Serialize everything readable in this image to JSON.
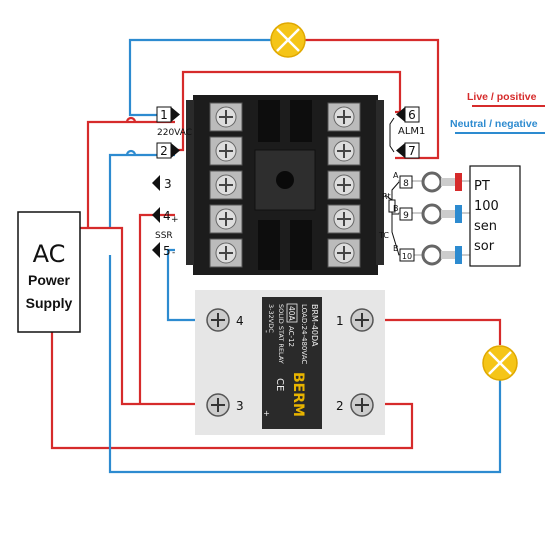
{
  "diagram": {
    "legend": {
      "live": "Live / positive",
      "neutral": "Neutral / negative",
      "live_color": "#d62b2b",
      "neutral_color": "#2d8bd0"
    },
    "ac_supply": {
      "title": "AC",
      "line1": "Power",
      "line2": "Supply"
    },
    "controller": {
      "voltage_label": "220VAC",
      "alarm_label": "ALM1",
      "ssr_label": "SSR",
      "terminals": [
        "1",
        "2",
        "3",
        "4",
        "5",
        "6",
        "7",
        "8",
        "9",
        "10"
      ],
      "plus": "+",
      "minus": "-",
      "rtd_a": "A",
      "rtd_b1": "B",
      "rtd_b2": "B",
      "rtd_rt": "Rt",
      "rtd_tc": "TC"
    },
    "sensor": {
      "line1": "PT",
      "line2": "100",
      "line3": "sen",
      "line4": "sor"
    },
    "ssr": {
      "model": "BRM-40DA",
      "load": "LOAD:24-480VAC",
      "rating": "40A",
      "ac_code": "AC-12",
      "type": "SOLID STAT RELAY",
      "control": "3-32VDC",
      "brand": "BERM",
      "ce": "CE",
      "terminal_1": "1",
      "terminal_2": "2",
      "terminal_3": "3",
      "terminal_4": "4",
      "plus": "+",
      "minus": "-"
    },
    "colors": {
      "lamp": "#f5c518",
      "ssr_body": "#e6e6e6",
      "ssr_plate": "#2a2a2a",
      "controller_body": "#1c1c1c",
      "sensor_red": "#d62b2b",
      "sensor_blue": "#2d8bd0"
    }
  }
}
